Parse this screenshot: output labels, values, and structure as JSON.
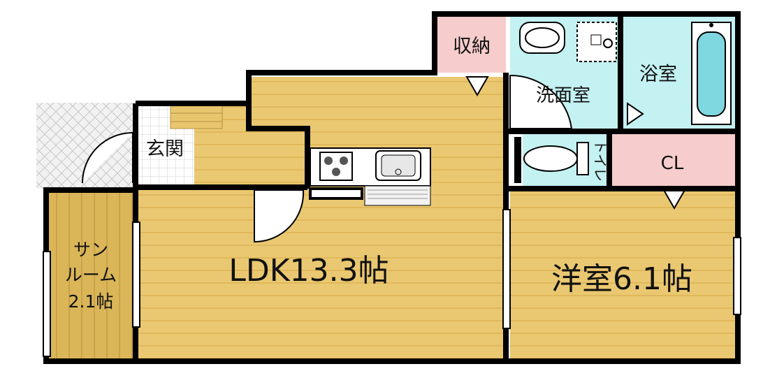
{
  "rooms": {
    "storage": "収納",
    "washroom": "洗面室",
    "bathroom": "浴室",
    "entrance": "玄関",
    "toilet": "トイレ",
    "closet": "CL",
    "ldk": "LDK13.3帖",
    "western_room": "洋室6.1帖",
    "sunroom_line1": "サン",
    "sunroom_line2": "ルーム",
    "sunroom_line3": "2.1帖"
  },
  "colors": {
    "floor_wood": "#eac871",
    "floor_wood_stripe": "#e0b85c",
    "sunroom_floor": "#dab658",
    "wet_area": "#c4f1f2",
    "storage_pink": "#f6cdcc",
    "entrance_tile": "#ececec",
    "porch_grid": "#dcdcdc",
    "wall": "#000000"
  },
  "icons": {
    "toilet": "toilet-icon",
    "washbasin": "washbasin-icon",
    "bathtub": "bathtub-icon",
    "stove": "stove-icon",
    "sink": "sink-icon",
    "washer": "washing-machine-icon"
  }
}
